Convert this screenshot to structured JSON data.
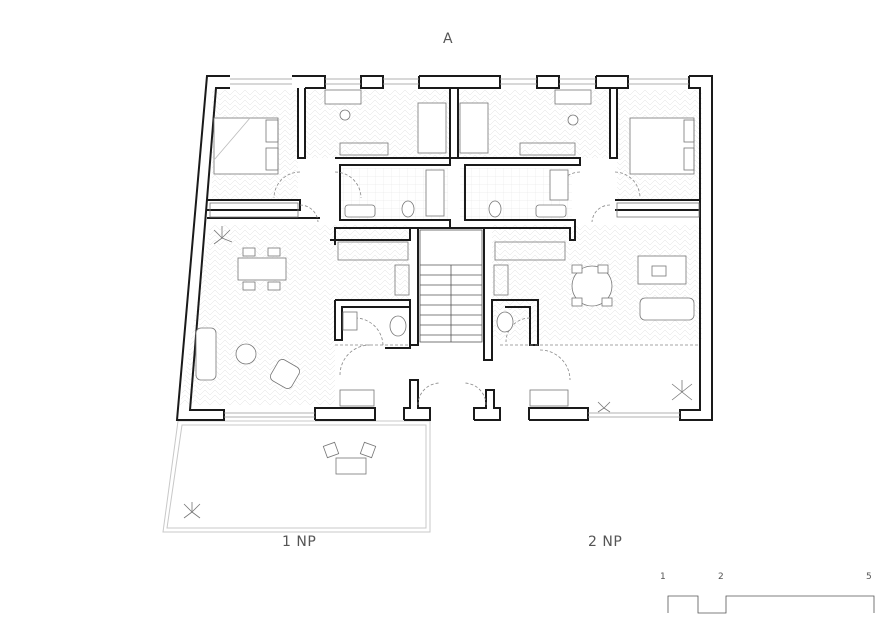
{
  "section_mark": "A",
  "floors": [
    {
      "label": "1 NP"
    },
    {
      "label": "2 NP"
    }
  ],
  "scale_bar": {
    "ticks": [
      "1",
      "2",
      "5"
    ]
  },
  "colors": {
    "wall": "#1a1a1a",
    "fixture": "#777777",
    "hatch": "#cccccc",
    "background": "#ffffff"
  }
}
